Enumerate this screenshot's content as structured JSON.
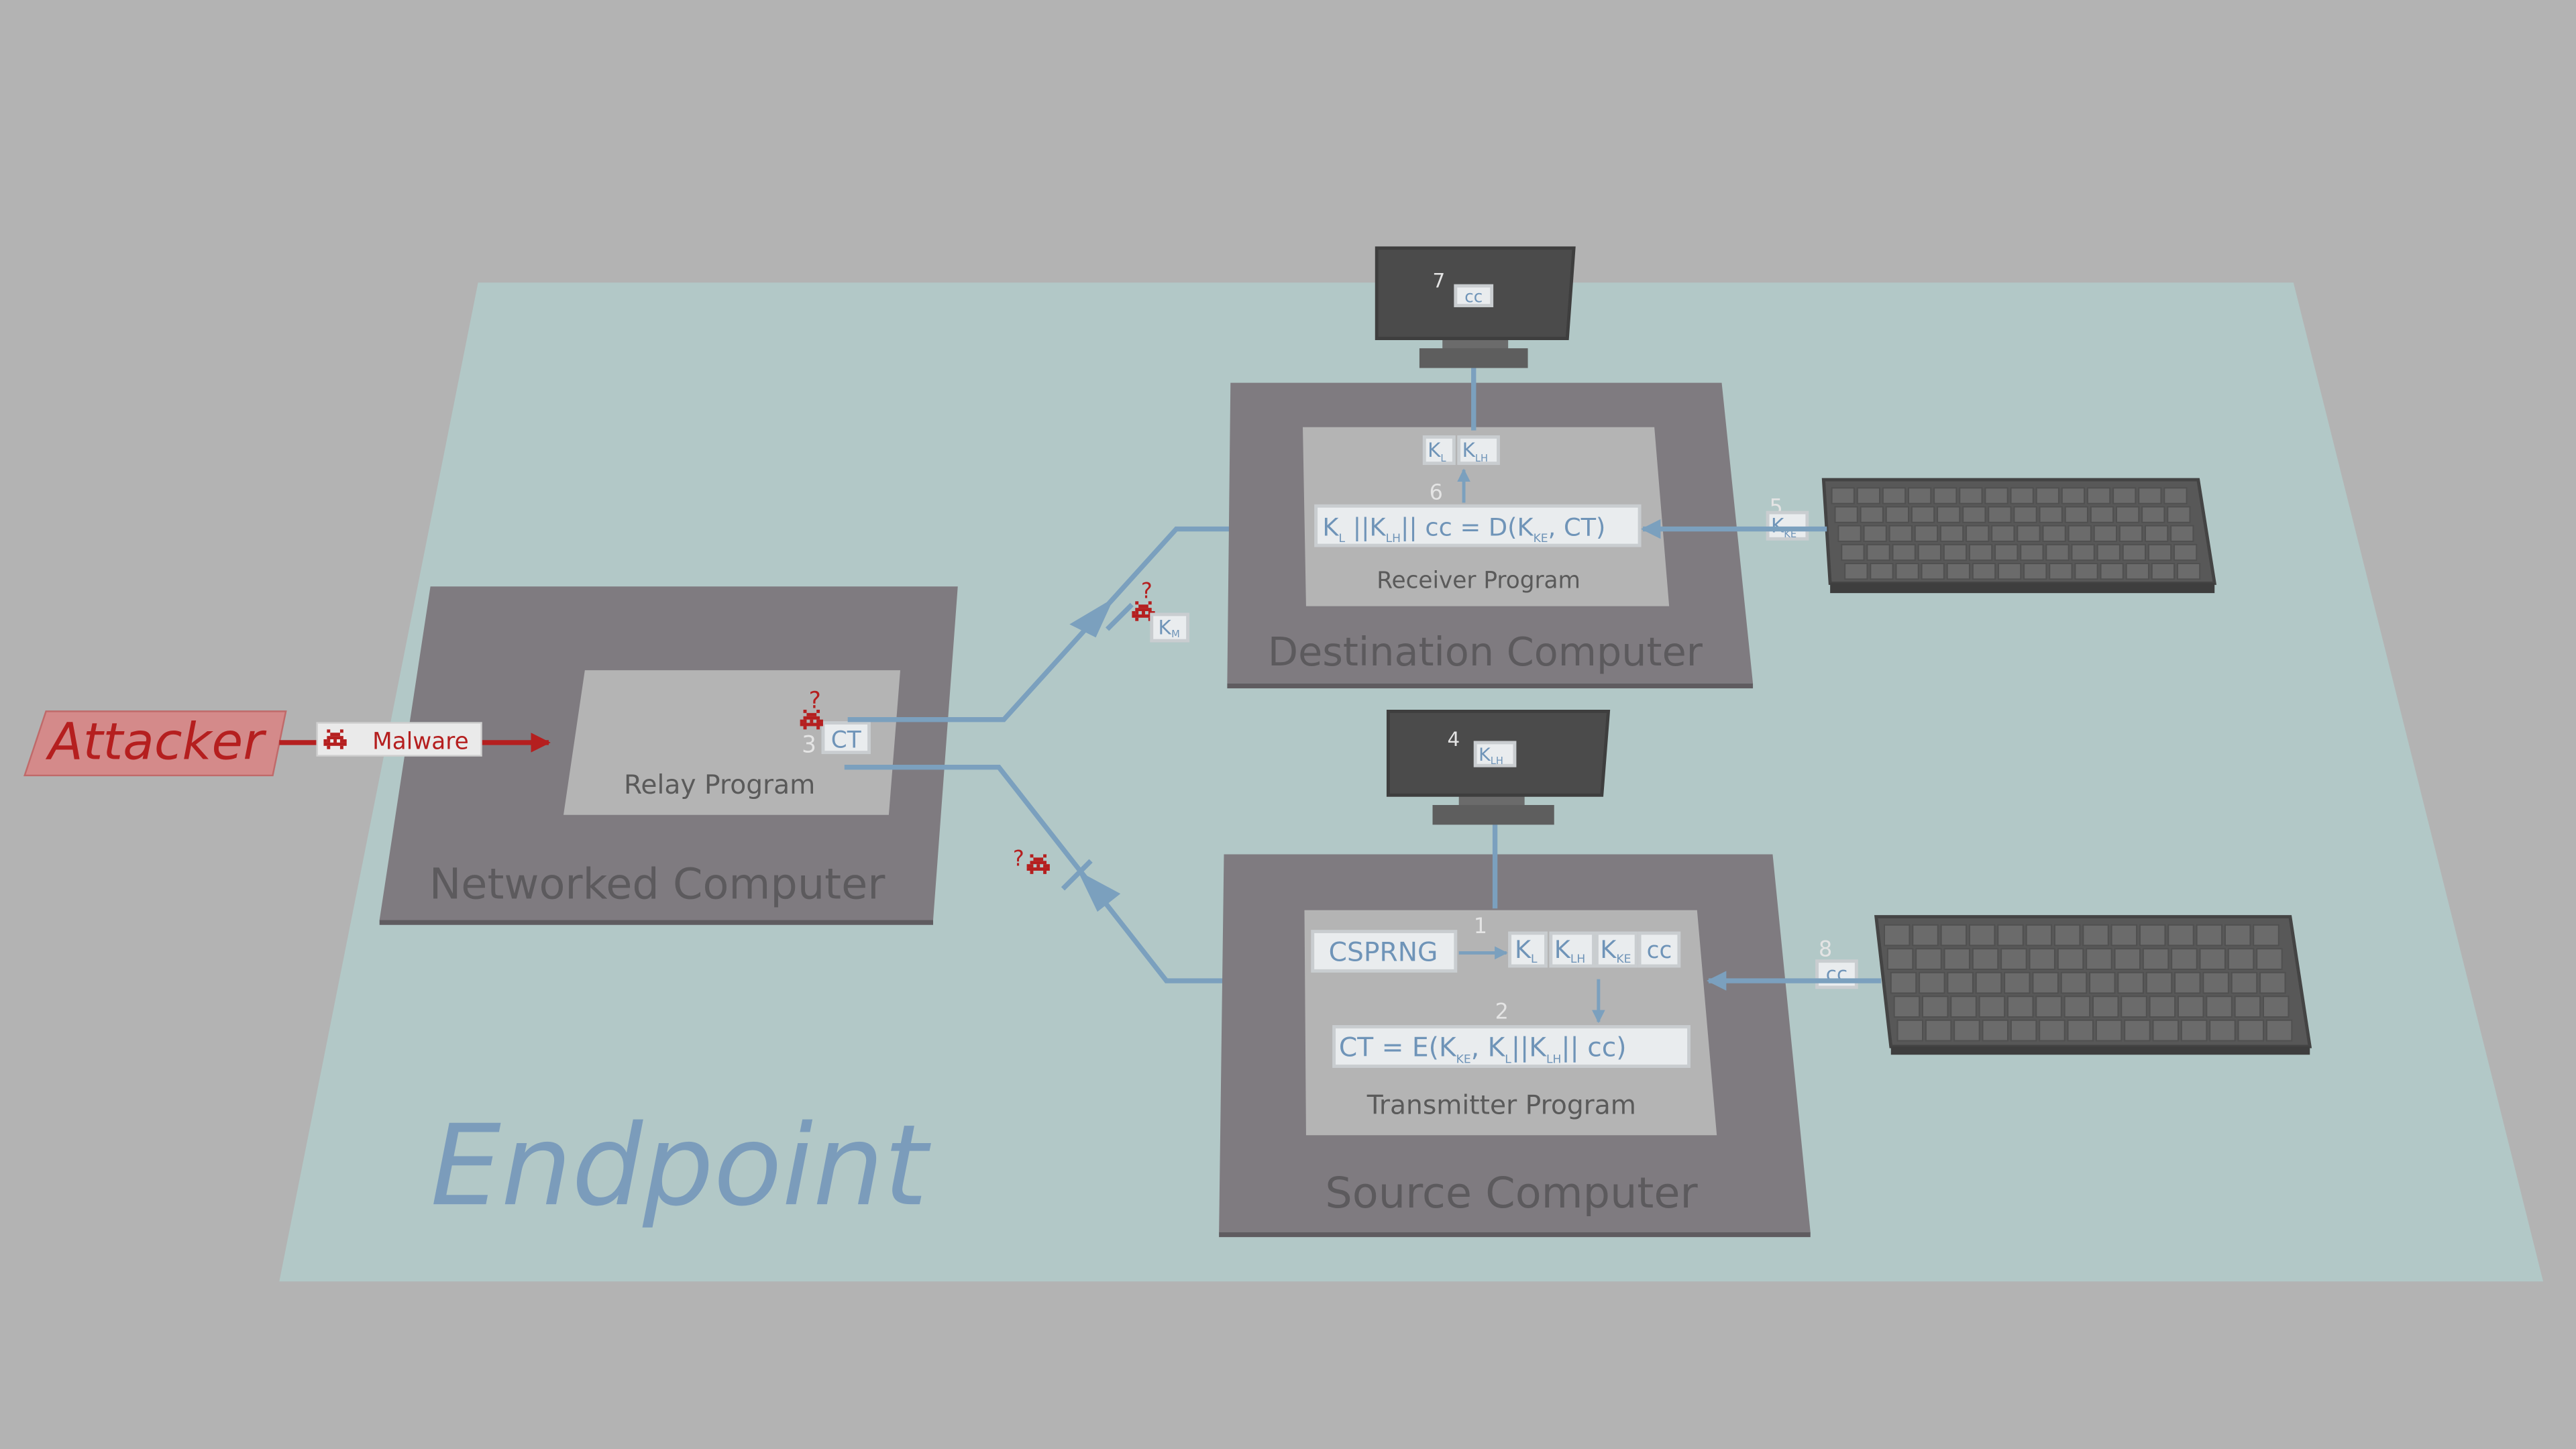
{
  "diagram": {
    "endpoint_label": "Endpoint",
    "attacker_label": "Attacker",
    "malware_label": "Malware",
    "networked_computer": {
      "title": "Networked Computer",
      "program": "Relay Program",
      "step": "3",
      "ciphertext": "CT",
      "compromise_mark": "?"
    },
    "destination_computer": {
      "title": "Destination Computer",
      "program": "Receiver Program",
      "decrypt_step": "6",
      "decrypt_lhs": "K",
      "decrypt_rhs": "|| cc = D(K",
      "decrypt_tail": ", CT)",
      "keys_top": "K",
      "display_step": "7",
      "display_value": "cc",
      "keyboard_step": "5",
      "keyboard_value": "K",
      "keyboard_sub": "KE"
    },
    "source_computer": {
      "title": "Source Computer",
      "program": "Transmitter Program",
      "rng": "CSPRNG",
      "gen_step": "1",
      "enc_step": "2",
      "enc_formula_a": "CT = E(K",
      "enc_formula_b": ", K",
      "enc_formula_c": "||K",
      "enc_formula_d": "|| cc)",
      "display_step": "4",
      "keyboard_step": "8",
      "keyboard_value": "cc",
      "key_cc": "cc"
    },
    "channel_key": "K",
    "channel_key_sub": "M",
    "subs": {
      "L": "L",
      "LH": "LH",
      "KE": "KE"
    },
    "colors": {
      "floor": "#b2c8c7",
      "background": "#b3b3b3",
      "computer": "#7f7b80",
      "program": "#b4b4b4",
      "flow": "#7ba0be",
      "attacker": "#b51f1f",
      "endpoint_text": "#7b9cbb"
    }
  }
}
